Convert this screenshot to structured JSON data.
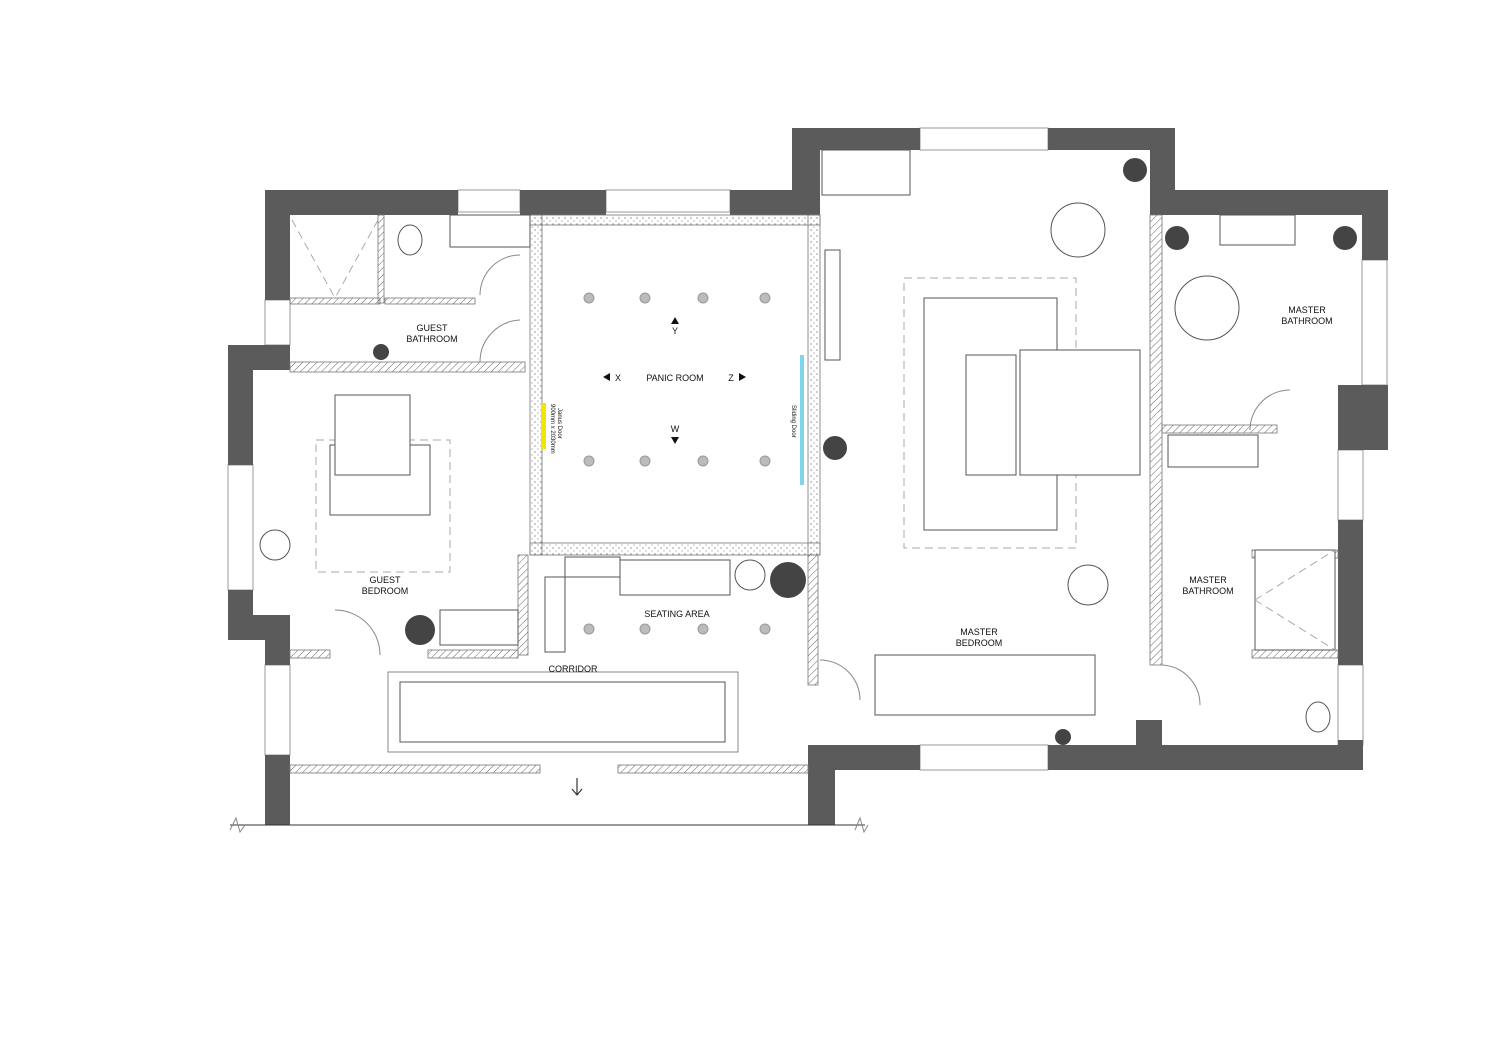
{
  "rooms": {
    "guest_bathroom": [
      "GUEST",
      "BATHROOM"
    ],
    "guest_bedroom": [
      "GUEST",
      "BEDROOM"
    ],
    "panic_room": "PANIC ROOM",
    "seating_area": "SEATING AREA",
    "corridor": "CORRIDOR",
    "master_bedroom": [
      "MASTER",
      "BEDROOM"
    ],
    "master_bathroom_upper": [
      "MASTER",
      "BATHROOM"
    ],
    "master_bathroom_lower": [
      "MASTER",
      "BATHROOM"
    ]
  },
  "panic_room_markers": {
    "y": "Y",
    "x": "X",
    "z": "Z",
    "w": "W"
  },
  "doors": {
    "janus_door": "Janus Door",
    "janus_size": "900mm x 2030mm",
    "sliding_door": "Sliding Door"
  },
  "colors": {
    "wall": "#5b5b5b",
    "janus": "#f2e600",
    "sliding": "#7fd6e8"
  }
}
